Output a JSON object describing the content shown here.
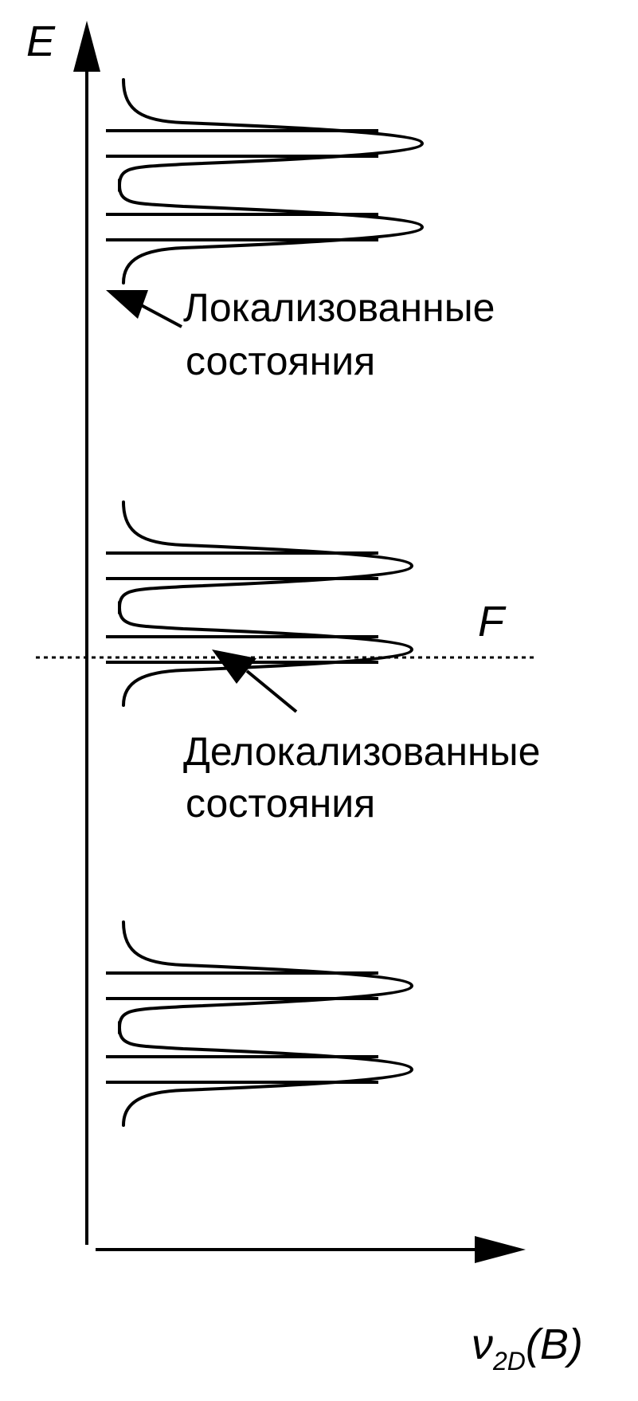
{
  "axes": {
    "y_label": "E",
    "x_label_main": "ν",
    "x_label_sub": "2D",
    "x_label_arg": "(B)"
  },
  "fermi_label": "F",
  "annotations": {
    "localized_line1": "Локализованные",
    "localized_line2": "состояния",
    "delocalized_line1": "Делокализованные",
    "delocalized_line2": "состояния"
  },
  "landau_groups": 3,
  "peaks_per_group": 2
}
